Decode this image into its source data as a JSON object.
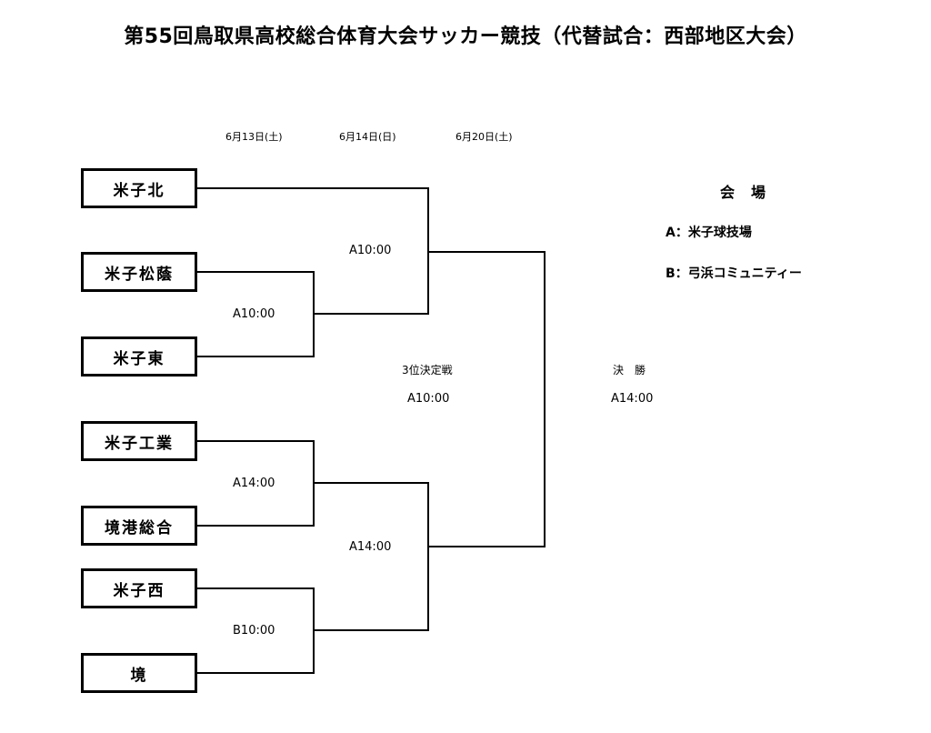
{
  "title": "第55回鳥取県高校総合体育大会サッカー競技（代替試合：西部地区大会）",
  "dates": [
    "6月13日(土)",
    "6月14日(日)",
    "6月20日(土)"
  ],
  "teams": [
    "米子北",
    "米子松蔭",
    "米子東",
    "米子工業",
    "境港総合",
    "米子西",
    "境"
  ],
  "matches": {
    "r1_top": "A10:00",
    "r1_mid": "A14:00",
    "r1_bot": "B10:00",
    "semi_top": "A10:00",
    "semi_bot": "A14:00",
    "third_place_label": "3位決定戦",
    "third_place_time": "A10:00",
    "final_label": "決　勝",
    "final_time": "A14:00"
  },
  "venues": {
    "heading": "会場",
    "items": [
      "A：米子球技場",
      "B：弓浜コミュニティー"
    ]
  }
}
